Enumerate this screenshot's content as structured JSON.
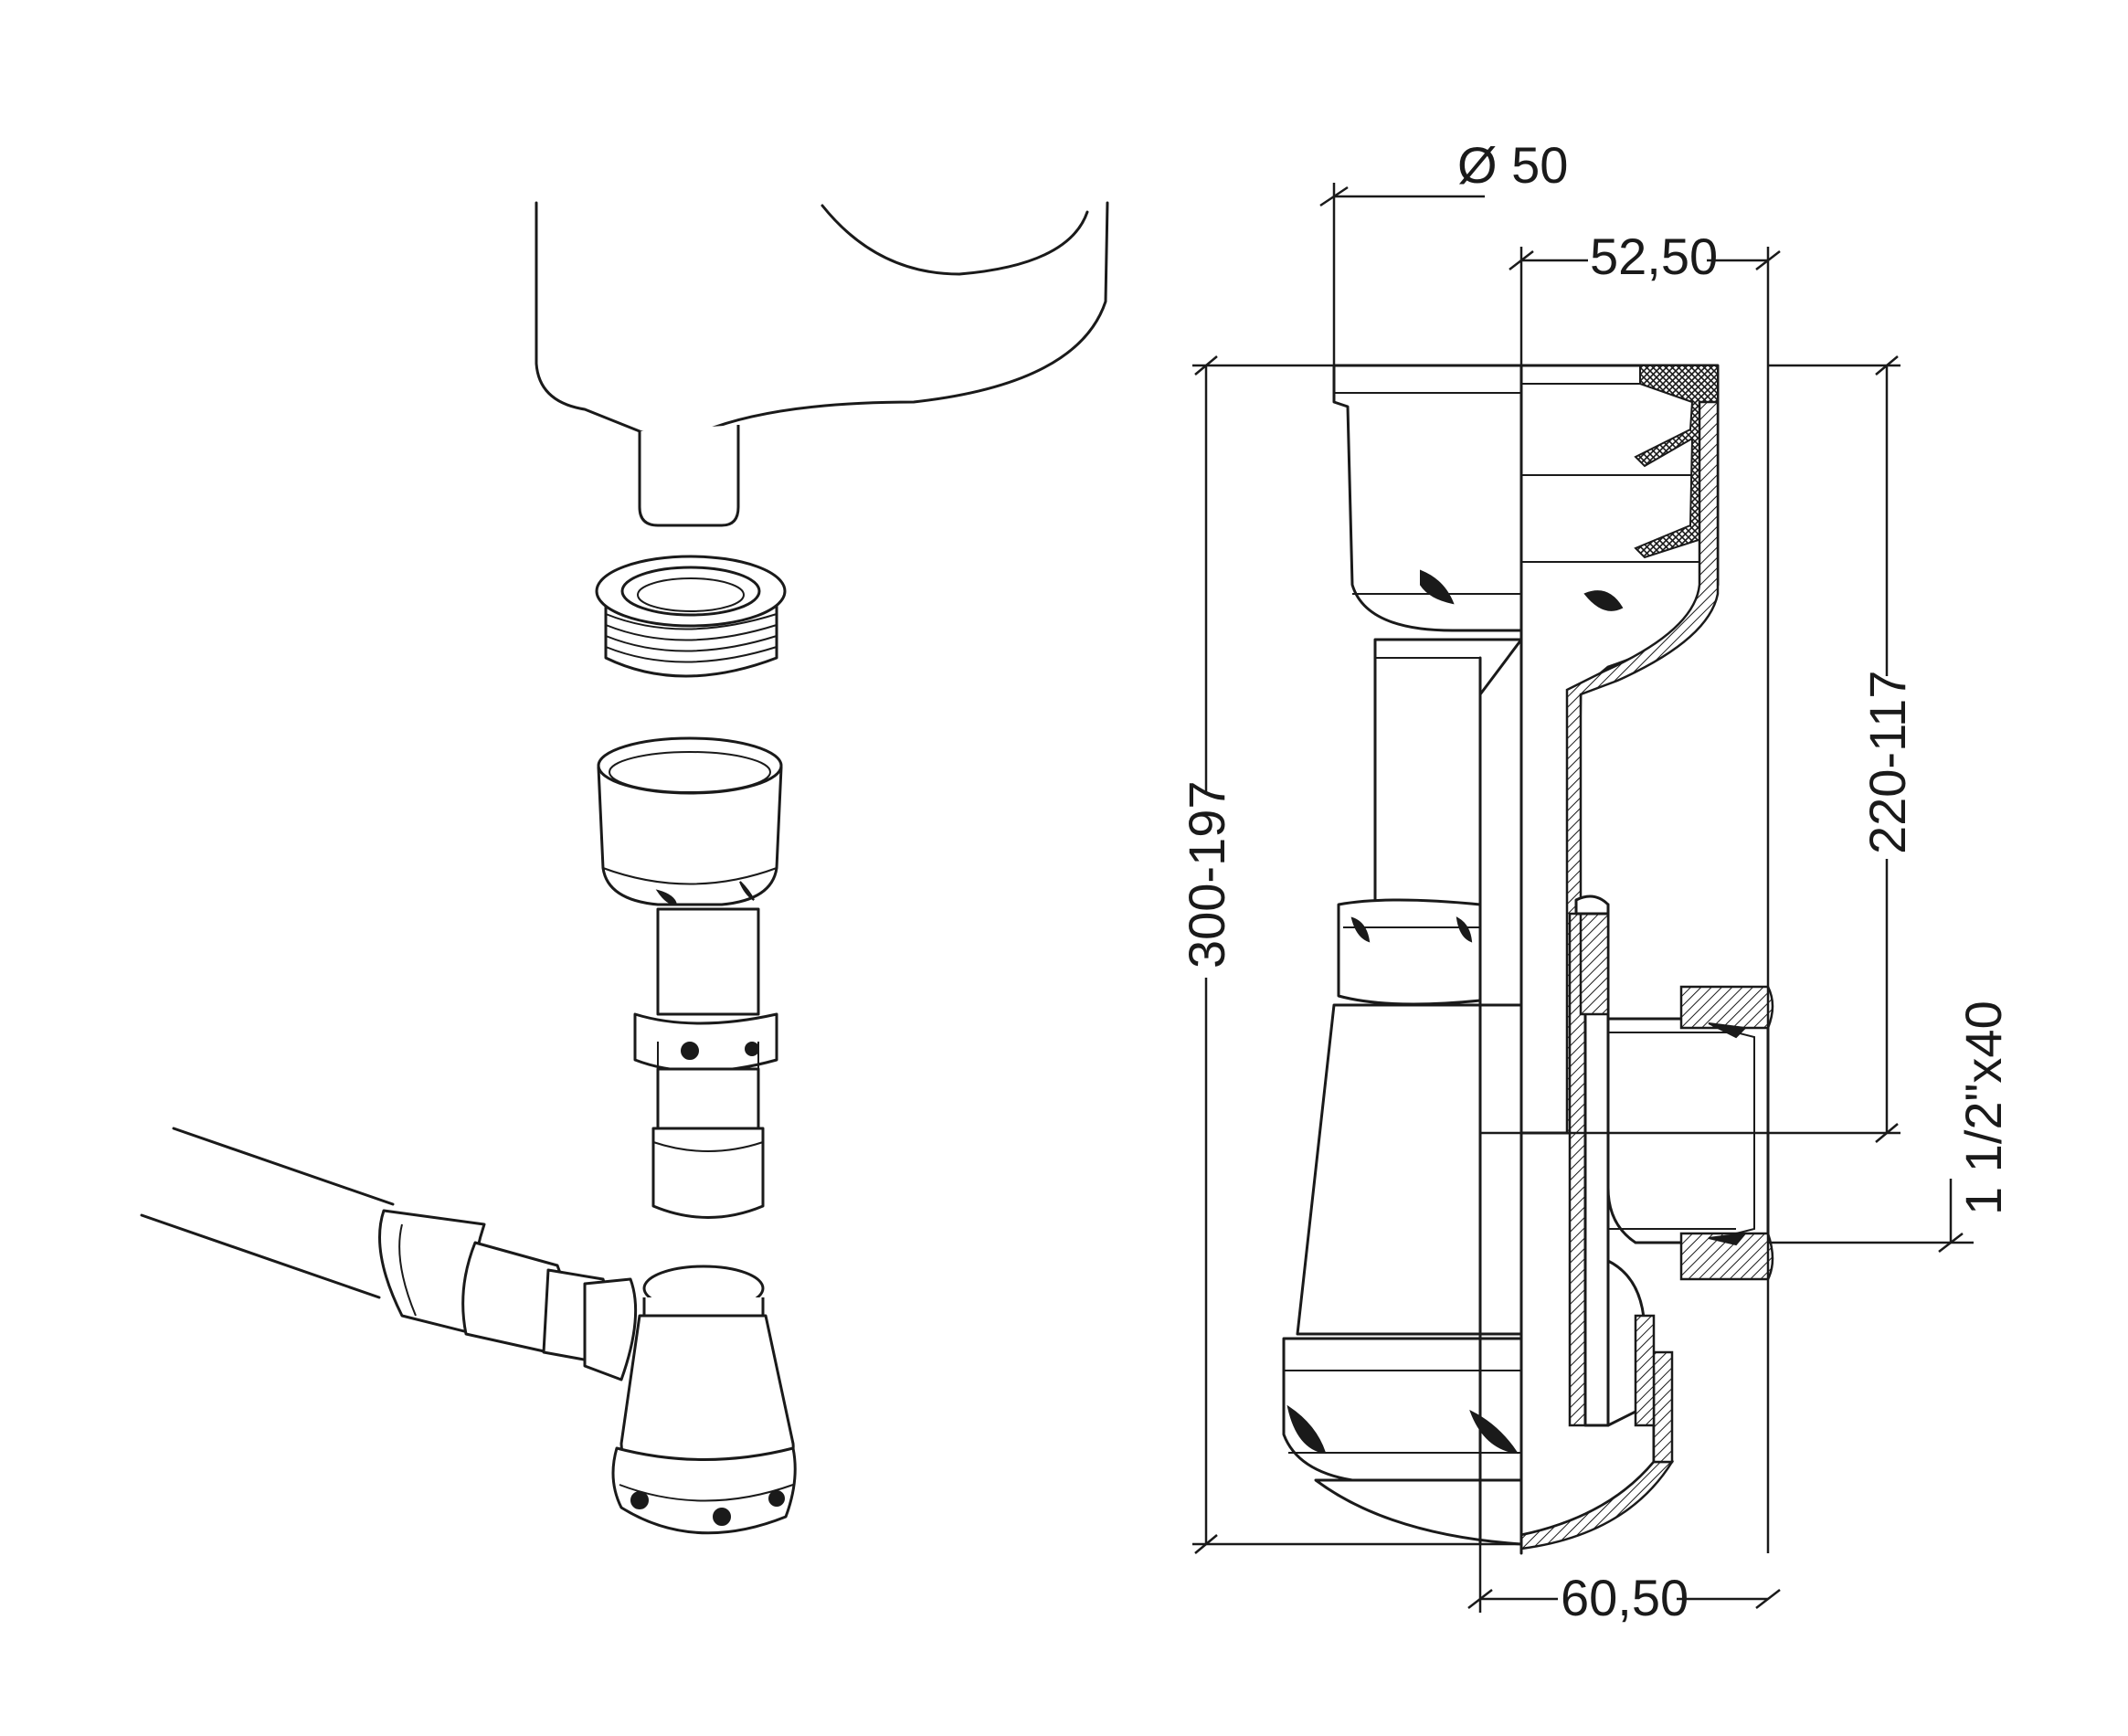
{
  "dimensions": {
    "diameter": "Ø 50",
    "top_width": "52,50",
    "total_height": "300-197",
    "outlet_height": "220-117",
    "thread": "1 1/2\"x40",
    "bottom_width": "60,50"
  }
}
